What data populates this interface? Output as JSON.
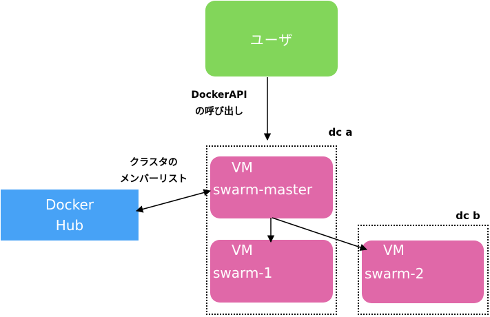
{
  "user_box": {
    "label": "ユーザ"
  },
  "docker_hub": {
    "line1": "Docker",
    "line2": "Hub"
  },
  "edge_labels": {
    "api_call_line1": "DockerAPI",
    "api_call_line2": "の呼び出し",
    "member_list_line1": "クラスタの",
    "member_list_line2": "メンバーリスト"
  },
  "dc_a": {
    "label": "dc a"
  },
  "dc_b": {
    "label": "dc b"
  },
  "vm_master": {
    "line1": "VM",
    "line2": "swarm-master"
  },
  "vm_1": {
    "line1": "VM",
    "line2": "swarm-1"
  },
  "vm_2": {
    "line1": "VM",
    "line2": "swarm-2"
  },
  "colors": {
    "user_box": "#82d65a",
    "docker_hub": "#47a2f6",
    "vm": "#e068a8"
  }
}
